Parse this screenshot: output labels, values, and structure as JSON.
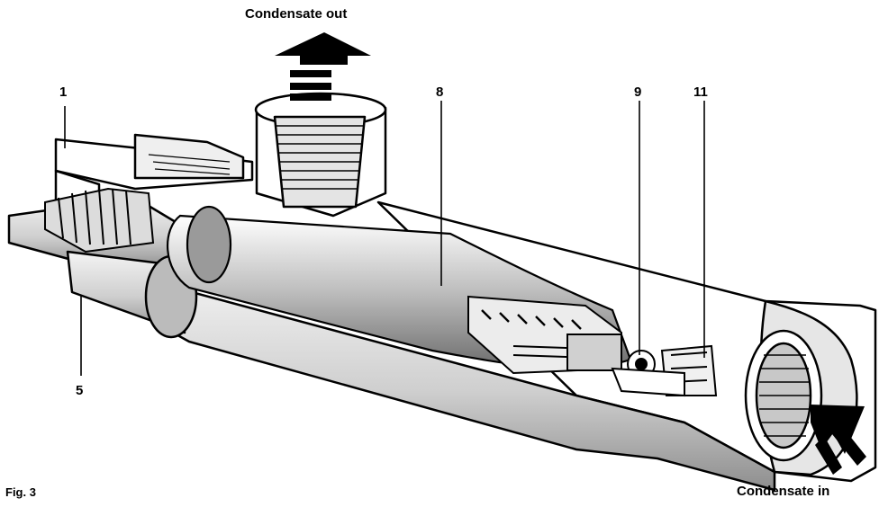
{
  "diagram": {
    "flow_out_label": "Condensate out",
    "flow_in_label": "Condensate in",
    "figure_caption": "Fig. 3",
    "callouts": {
      "c1": "1",
      "c5": "5",
      "c8": "8",
      "c9": "9",
      "c11": "11"
    },
    "icons": {
      "out_arrow": "arrow-up-icon",
      "in_arrow": "arrow-diagonal-icon"
    },
    "colors": {
      "ink": "#000000",
      "paper": "#ffffff",
      "shade": "#d9d9d9"
    }
  }
}
